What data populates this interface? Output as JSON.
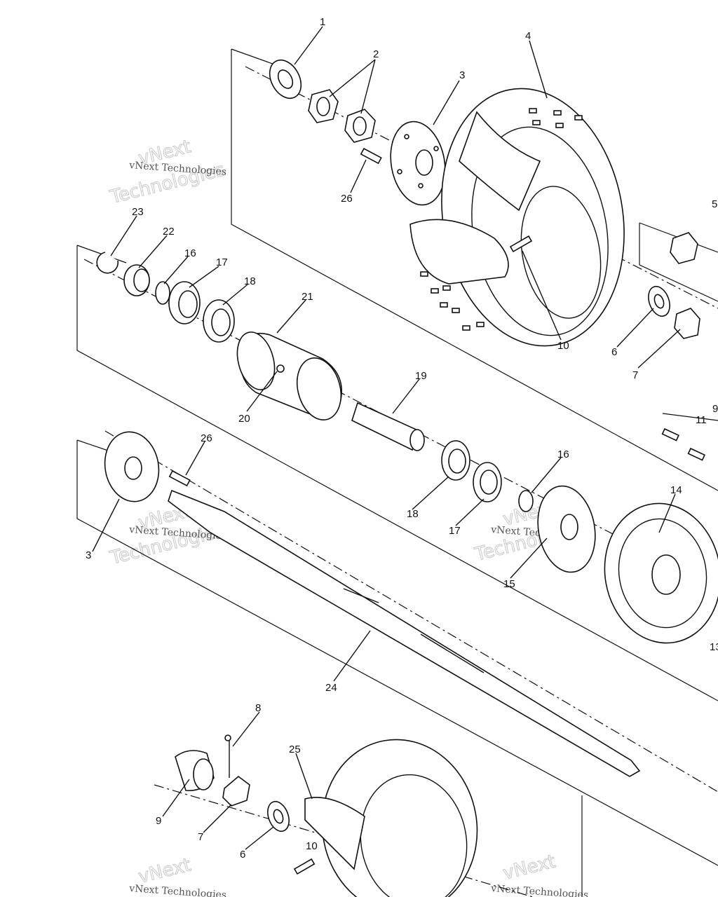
{
  "watermark": {
    "brand": "vNext Technologies",
    "word_top": "vNext",
    "word_bottom": "Technologies"
  },
  "callouts": [
    {
      "id": "c1",
      "num": "1"
    },
    {
      "id": "c2",
      "num": "2"
    },
    {
      "id": "c3a",
      "num": "3"
    },
    {
      "id": "c4",
      "num": "4"
    },
    {
      "id": "c5",
      "num": "5"
    },
    {
      "id": "c26a",
      "num": "26"
    },
    {
      "id": "c10a",
      "num": "10"
    },
    {
      "id": "c6a",
      "num": "6"
    },
    {
      "id": "c7a",
      "num": "7"
    },
    {
      "id": "c23",
      "num": "23"
    },
    {
      "id": "c22",
      "num": "22"
    },
    {
      "id": "c16a",
      "num": "16"
    },
    {
      "id": "c17a",
      "num": "17"
    },
    {
      "id": "c18a",
      "num": "18"
    },
    {
      "id": "c21",
      "num": "21"
    },
    {
      "id": "c20",
      "num": "20"
    },
    {
      "id": "c19",
      "num": "19"
    },
    {
      "id": "c9a",
      "num": "9"
    },
    {
      "id": "c11",
      "num": "11"
    },
    {
      "id": "c26b",
      "num": "26"
    },
    {
      "id": "c3b",
      "num": "3"
    },
    {
      "id": "c18b",
      "num": "18"
    },
    {
      "id": "c17b",
      "num": "17"
    },
    {
      "id": "c16b",
      "num": "16"
    },
    {
      "id": "c14",
      "num": "14"
    },
    {
      "id": "c15",
      "num": "15"
    },
    {
      "id": "c13",
      "num": "13"
    },
    {
      "id": "c24",
      "num": "24"
    },
    {
      "id": "c8",
      "num": "8"
    },
    {
      "id": "c25",
      "num": "25"
    },
    {
      "id": "c9b",
      "num": "9"
    },
    {
      "id": "c7b",
      "num": "7"
    },
    {
      "id": "c6b",
      "num": "6"
    },
    {
      "id": "c10b",
      "num": "10"
    }
  ]
}
